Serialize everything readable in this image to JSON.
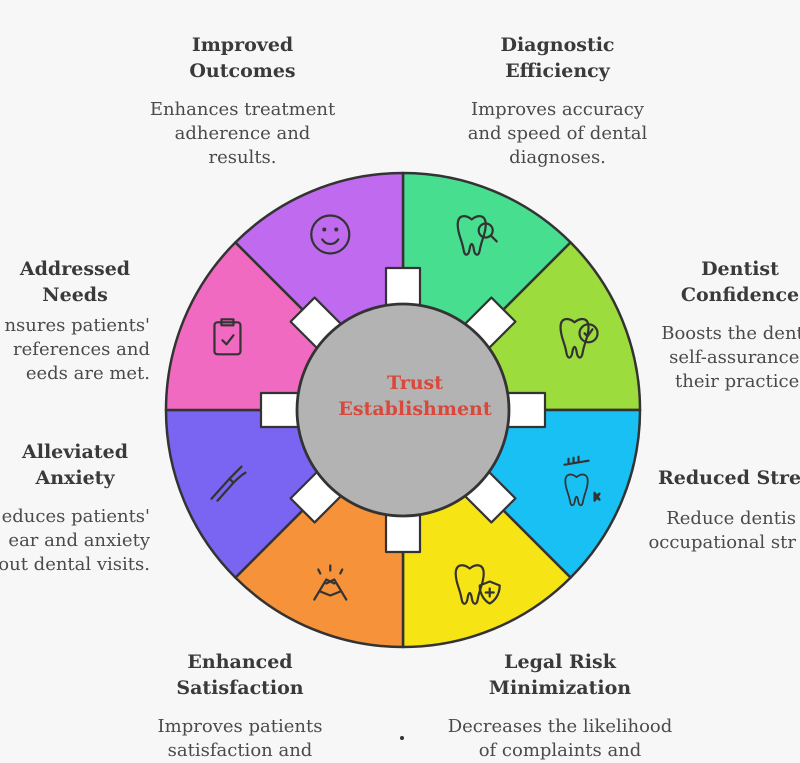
{
  "center": {
    "label": "Trust\nEstablishment",
    "fill": "#b3b3b3",
    "text_color": "#d9483b"
  },
  "segments": [
    {
      "key": "diagnostic",
      "title": "Diagnostic\nEfficiency",
      "desc": "Improves accuracy\nand speed of dental\ndiagnoses.",
      "color": "#48de8f",
      "icon": "tooth-magnifier-icon"
    },
    {
      "key": "confidence",
      "title": "Dentist\nConfidence",
      "desc": "Boosts the dentis\nself-assurance i\ntheir practice.",
      "color": "#9cdc3c",
      "icon": "tooth-check-icon"
    },
    {
      "key": "stress",
      "title": "Reduced Stre",
      "desc": "Reduce dentis\noccupational str",
      "color": "#19c0f3",
      "icon": "toothbrush-tooth-icon"
    },
    {
      "key": "legal",
      "title": "Legal Risk\nMinimization",
      "desc": "Decreases the likelihood\nof complaints and",
      "color": "#f7e415",
      "icon": "tooth-shield-icon"
    },
    {
      "key": "satisfaction",
      "title": "Enhanced\nSatisfaction",
      "desc": "Improves patients\nsatisfaction and",
      "color": "#f5923a",
      "icon": "handshake-icon"
    },
    {
      "key": "anxiety",
      "title": "Alleviated\nAnxiety",
      "desc": "educes patients'\near and anxiety\nout dental visits.",
      "color": "#7a64f2",
      "icon": "dental-pliers-icon"
    },
    {
      "key": "needs",
      "title": "Addressed\nNeeds",
      "desc": "nsures patients'\nreferences and\needs are met.",
      "color": "#f06ac1",
      "icon": "clipboard-check-icon"
    },
    {
      "key": "outcomes",
      "title": "Improved\nOutcomes",
      "desc": "Enhances treatment\nadherence and\nresults.",
      "color": "#c06af0",
      "icon": "smiley-icon"
    }
  ]
}
